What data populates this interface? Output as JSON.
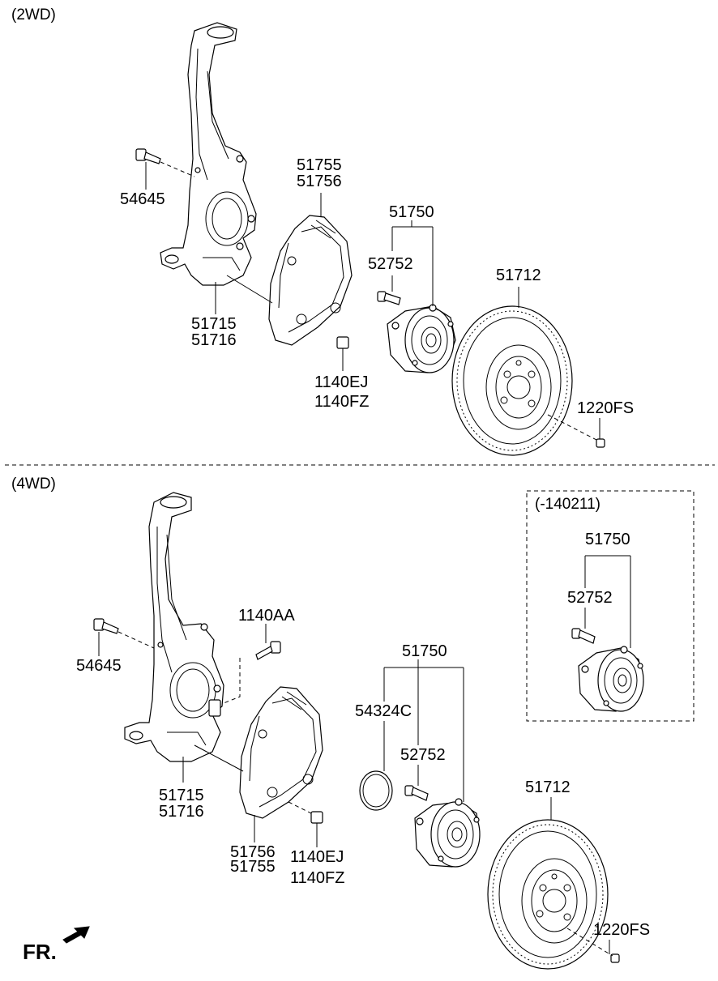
{
  "sections": {
    "two_wd": "(2WD)",
    "four_wd": "(4WD)",
    "inset": "(-140211)"
  },
  "labels_2wd": {
    "bolt": "54645",
    "shield_a": "51755",
    "shield_b": "51756",
    "knuckle_a": "51715",
    "knuckle_b": "51716",
    "hub_assy": "51750",
    "hub_bolt": "52752",
    "shield_bolt_a": "1140EJ",
    "shield_bolt_b": "1140FZ",
    "disc": "51712",
    "screw": "1220FS"
  },
  "labels_4wd": {
    "bolt": "54645",
    "caliper_bolt": "1140AA",
    "knuckle_a": "51715",
    "knuckle_b": "51716",
    "shield_a": "51756",
    "shield_b": "51755",
    "shield_bolt_a": "1140EJ",
    "shield_bolt_b": "1140FZ",
    "hub_assy": "51750",
    "oring": "54324C",
    "hub_bolt": "52752",
    "disc": "51712",
    "screw": "1220FS"
  },
  "labels_inset": {
    "hub_assy": "51750",
    "hub_bolt": "52752"
  },
  "front_label": "FR."
}
